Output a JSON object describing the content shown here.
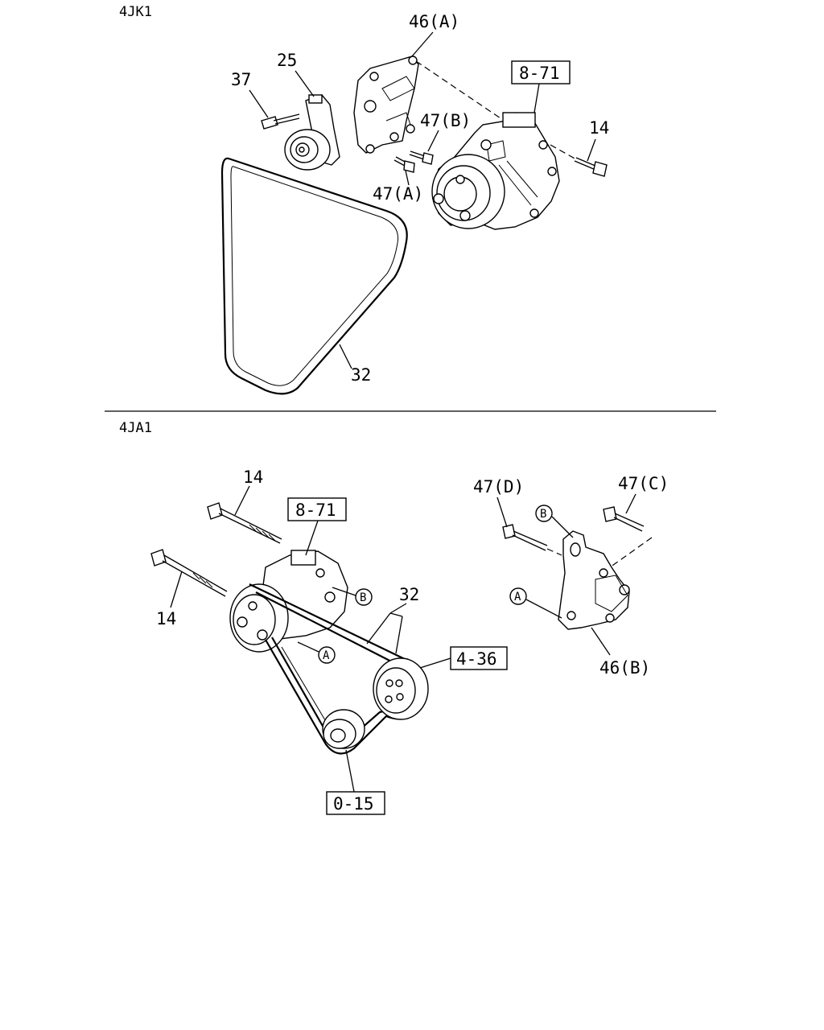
{
  "sections": {
    "top": "4JK1",
    "bottom": "4JA1"
  },
  "top_labels": {
    "bracket_a": "46(A)",
    "compressor_ref": "8-71",
    "idler_pulley": "25",
    "idler_bolt": "37",
    "bolt_b": "47(B)",
    "bolt_a": "47(A)",
    "comp_bolt": "14",
    "belt": "32"
  },
  "bottom_labels": {
    "bolt_upper": "14",
    "bolt_lower": "14",
    "compressor_ref": "8-71",
    "belt": "32",
    "crank_ref": "4-36",
    "idler_ref": "0-15",
    "bolt_d": "47(D)",
    "bolt_c": "47(C)",
    "bracket_b": "46(B)",
    "marker_a": "A",
    "marker_b": "B"
  }
}
